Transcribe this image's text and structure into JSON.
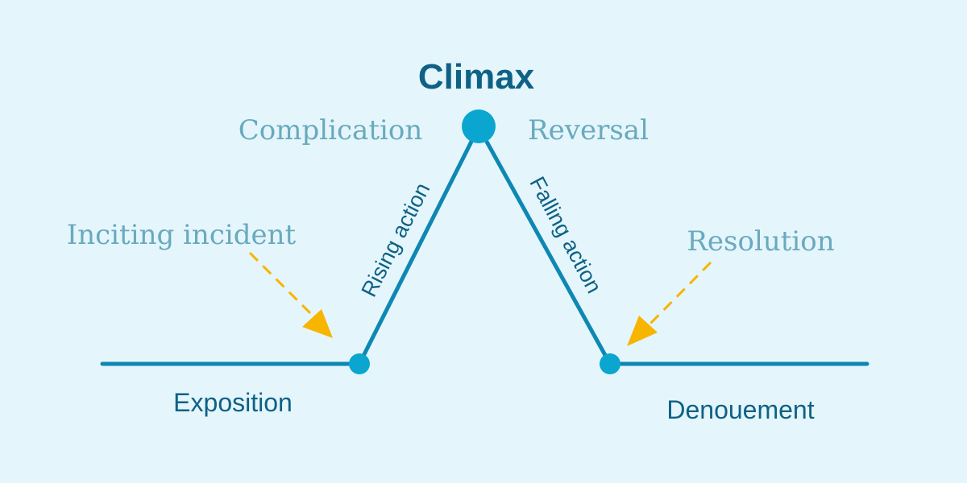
{
  "diagram": {
    "title": "Climax",
    "labels": {
      "complication": "Complication",
      "reversal": "Reversal",
      "inciting_incident": "Inciting incident",
      "resolution": "Resolution",
      "rising_action": "Rising action",
      "falling_action": "Falling action",
      "exposition": "Exposition",
      "denouement": "Denouement"
    }
  },
  "colors": {
    "background": "#e4f6fb",
    "line": "#0e87b3",
    "node": "#0aa6cf",
    "dark_text": "#0f6185",
    "light_text": "#6aa9be",
    "arrow": "#f7b500"
  }
}
